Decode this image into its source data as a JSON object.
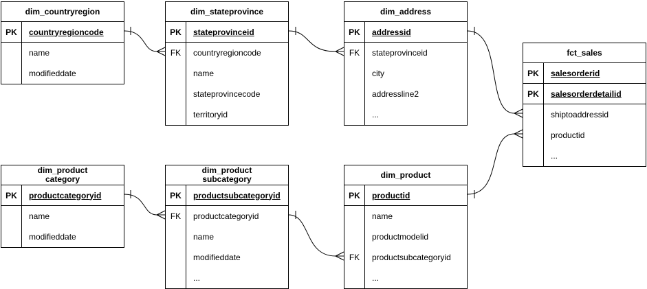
{
  "diagram": {
    "type": "entity-relationship",
    "background_color": "#ffffff",
    "stroke_color": "#000000",
    "text_color": "#000000",
    "tables": [
      {
        "title": "dim_countryregion",
        "rows": [
          {
            "key": "PK",
            "field": "countryregioncode",
            "is_pk": true
          },
          {
            "key": "",
            "field": "name",
            "is_pk": false
          },
          {
            "key": "",
            "field": "modifieddate",
            "is_pk": false
          }
        ]
      },
      {
        "title": "dim_stateprovince",
        "rows": [
          {
            "key": "PK",
            "field": "stateprovinceid",
            "is_pk": true
          },
          {
            "key": "FK",
            "field": "countryregioncode",
            "is_pk": false
          },
          {
            "key": "",
            "field": "name",
            "is_pk": false
          },
          {
            "key": "",
            "field": "stateprovincecode",
            "is_pk": false
          },
          {
            "key": "",
            "field": "territoryid",
            "is_pk": false
          }
        ]
      },
      {
        "title": "dim_address",
        "rows": [
          {
            "key": "PK",
            "field": "addressid",
            "is_pk": true
          },
          {
            "key": "FK",
            "field": "stateprovinceid",
            "is_pk": false
          },
          {
            "key": "",
            "field": "city",
            "is_pk": false
          },
          {
            "key": "",
            "field": "addressline2",
            "is_pk": false
          },
          {
            "key": "",
            "field": "...",
            "is_pk": false
          }
        ]
      },
      {
        "title": "fct_sales",
        "rows": [
          {
            "key": "PK",
            "field": "salesorderid",
            "is_pk": true
          },
          {
            "key": "PK",
            "field": "salesorderdetailid",
            "is_pk": true
          },
          {
            "key": "",
            "field": "shiptoaddressid",
            "is_pk": false
          },
          {
            "key": "",
            "field": "productid",
            "is_pk": false
          },
          {
            "key": "",
            "field": "...",
            "is_pk": false
          }
        ]
      },
      {
        "title": "dim_product\ncategory",
        "rows": [
          {
            "key": "PK",
            "field": "productcategoryid",
            "is_pk": true
          },
          {
            "key": "",
            "field": "name",
            "is_pk": false
          },
          {
            "key": "",
            "field": "modifieddate",
            "is_pk": false
          }
        ]
      },
      {
        "title": "dim_product\nsubcategory",
        "rows": [
          {
            "key": "PK",
            "field": "productsubcategoryid",
            "is_pk": true
          },
          {
            "key": "FK",
            "field": "productcategoryid",
            "is_pk": false
          },
          {
            "key": "",
            "field": "name",
            "is_pk": false
          },
          {
            "key": "",
            "field": "modifieddate",
            "is_pk": false
          },
          {
            "key": "",
            "field": "...",
            "is_pk": false
          }
        ]
      },
      {
        "title": "dim_product",
        "rows": [
          {
            "key": "PK",
            "field": "productid",
            "is_pk": true
          },
          {
            "key": "",
            "field": "name",
            "is_pk": false
          },
          {
            "key": "",
            "field": "productmodelid",
            "is_pk": false
          },
          {
            "key": "FK",
            "field": "productsubcategoryid",
            "is_pk": false
          },
          {
            "key": "",
            "field": "...",
            "is_pk": false
          }
        ]
      }
    ],
    "connectors": [
      {
        "from": "dim_countryregion.countryregioncode",
        "to": "dim_stateprovince.countryregioncode",
        "from_end": "one",
        "to_end": "many"
      },
      {
        "from": "dim_stateprovince.stateprovinceid",
        "to": "dim_address.stateprovinceid",
        "from_end": "one",
        "to_end": "many"
      },
      {
        "from": "dim_address.addressid",
        "to": "fct_sales.shiptoaddressid",
        "from_end": "one",
        "to_end": "many"
      },
      {
        "from": "dim_product.productid",
        "to": "fct_sales.productid",
        "from_end": "one",
        "to_end": "many"
      },
      {
        "from": "dim_productcategory.productcategoryid",
        "to": "dim_productsubcategory.productcategoryid",
        "from_end": "one",
        "to_end": "many"
      },
      {
        "from": "dim_productsubcategory.productsubcategoryid",
        "to": "dim_product.productsubcategoryid",
        "from_end": "one",
        "to_end": "many"
      }
    ]
  }
}
